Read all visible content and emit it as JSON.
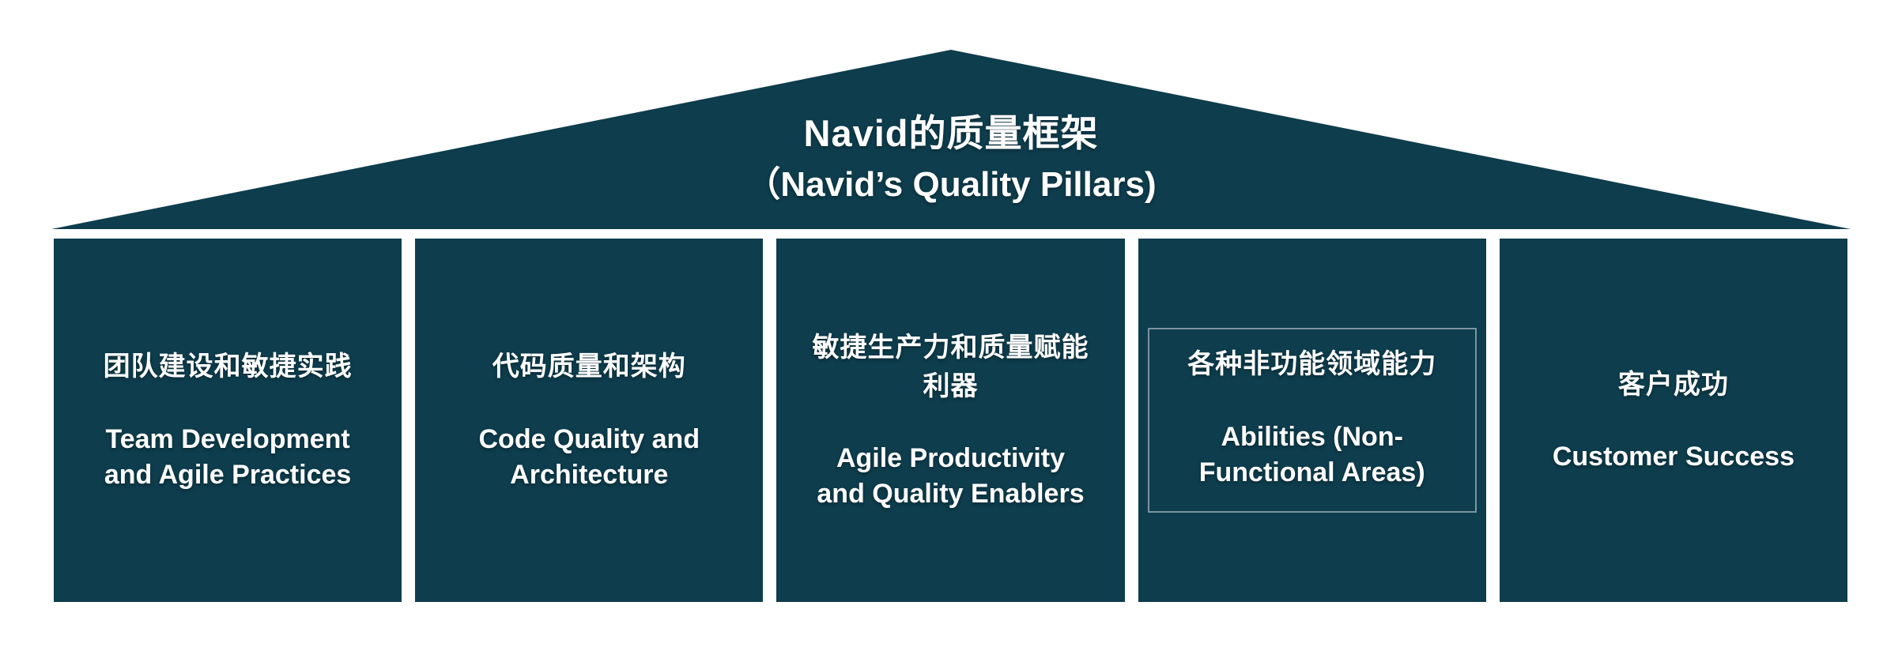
{
  "colors": {
    "background": "#ffffff",
    "shape_fill": "#0e3d4d",
    "text": "#ffffff",
    "nfa_box_border": "#a9bcc3"
  },
  "roof": {
    "title_zh": "Navid的质量框架",
    "title_en": "（Navid’s Quality Pillars)"
  },
  "pillars": [
    {
      "zh": "团队建设和敏捷实践",
      "en": "Team Development\nand Agile Practices"
    },
    {
      "zh": "代码质量和架构",
      "en": "Code Quality and\nArchitecture"
    },
    {
      "zh": "敏捷生产力和质量赋能\n利器",
      "en": "Agile Productivity\nand Quality Enablers"
    },
    {
      "zh": "各种非功能领域能力",
      "en": "Abilities (Non-\nFunctional Areas)"
    },
    {
      "zh": "客户成功",
      "en": "Customer Success"
    }
  ]
}
